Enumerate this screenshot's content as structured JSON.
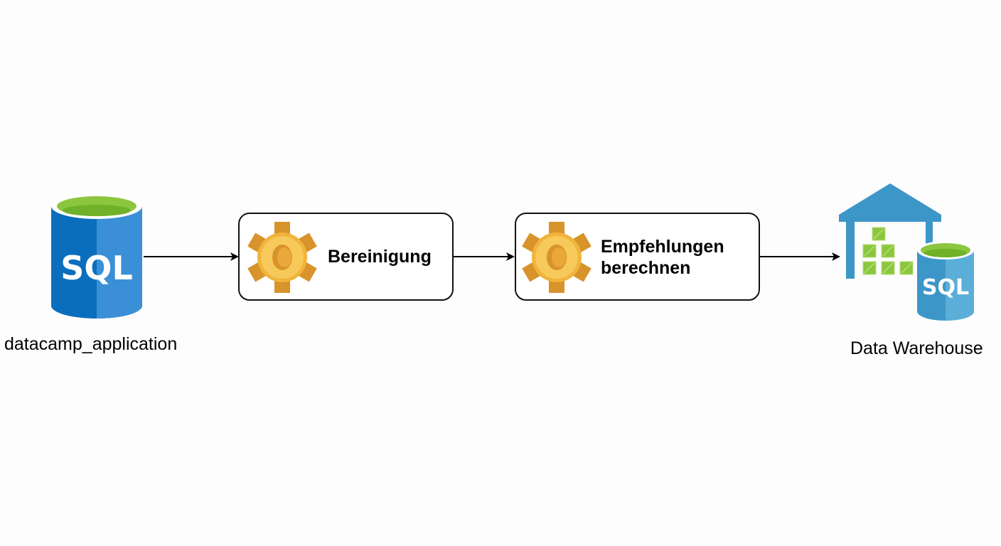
{
  "diagram": {
    "type": "pipeline-flow",
    "nodes": [
      {
        "id": "source",
        "label": "datacamp_application",
        "icon": "sql-database-icon",
        "icon_text": "SQL"
      },
      {
        "id": "step1",
        "label": "Bereinigung",
        "icon": "gear-icon"
      },
      {
        "id": "step2",
        "label_line1": "Empfehlungen",
        "label_line2": "berechnen",
        "icon": "gear-icon"
      },
      {
        "id": "target",
        "label": "Data Warehouse",
        "icon": "data-warehouse-icon",
        "icon_text": "SQL"
      }
    ],
    "edges": [
      {
        "from": "source",
        "to": "step1"
      },
      {
        "from": "step1",
        "to": "step2"
      },
      {
        "from": "step2",
        "to": "target"
      }
    ],
    "colors": {
      "sql_blue_dark": "#0a6ebd",
      "sql_blue_light": "#3a8fd6",
      "sql_top_green": "#8cc63f",
      "warehouse_blue": "#3d96c8",
      "box_green": "#8cc63f",
      "gear_gold": "#f0b43c"
    }
  }
}
